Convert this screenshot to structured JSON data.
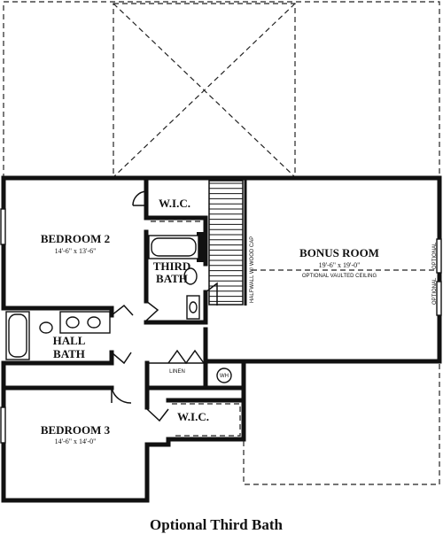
{
  "rooms": {
    "wic_top": "W.I.C.",
    "bedroom2": {
      "name": "BEDROOM 2",
      "dims": "14'-6\" x 13'-6\""
    },
    "third_bath": {
      "line1": "THIRD",
      "line2": "BATH"
    },
    "bonus_room": {
      "name": "BONUS ROOM",
      "dims": "19'-6\" x 19'-0\"",
      "note": "OPTIONAL VAULTED CEILING"
    },
    "hall_bath": {
      "line1": "HALL",
      "line2": "BATH"
    },
    "linen": "LINEN",
    "wh": "WH",
    "wic_bottom": "W.I.C.",
    "bedroom3": {
      "name": "BEDROOM 3",
      "dims": "14'-6\" x 14'-0\""
    }
  },
  "annotations": {
    "halfwall": "HALFWALL W/ WOOD CAP",
    "optional_window_1": "OPTIONAL",
    "optional_window_2": "OPTIONAL"
  },
  "caption": "Optional Third Bath"
}
